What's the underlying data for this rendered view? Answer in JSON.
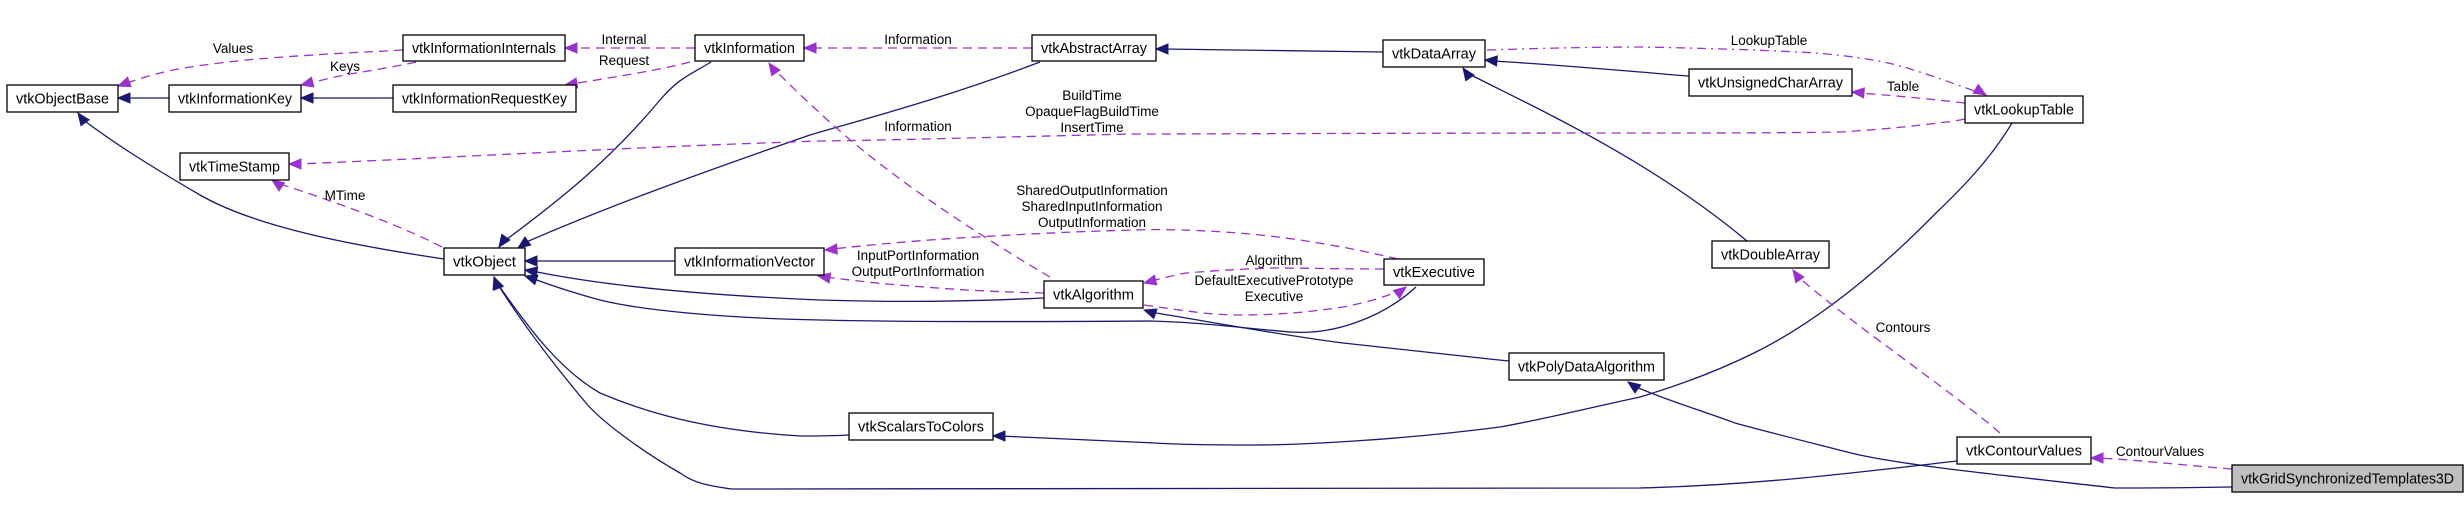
{
  "diagram": {
    "title": "vtkGridSynchronizedTemplates3D collaboration diagram",
    "colors": {
      "inheritance": "#191970",
      "usage": "#9a32cd",
      "focus_fill": "#bfbfbf"
    },
    "nodes": {
      "objectbase": "vtkObjectBase",
      "infokey": "vtkInformationKey",
      "inforeqkey": "vtkInformationRequestKey",
      "infointernals": "vtkInformationInternals",
      "information": "vtkInformation",
      "timestamp": "vtkTimeStamp",
      "object": "vtkObject",
      "infovector": "vtkInformationVector",
      "abstractarray": "vtkAbstractArray",
      "dataarray": "vtkDataArray",
      "executive": "vtkExecutive",
      "algorithm": "vtkAlgorithm",
      "polydataalgorithm": "vtkPolyDataAlgorithm",
      "scalarstocolors": "vtkScalarsToColors",
      "unsignedchararray": "vtkUnsignedCharArray",
      "lookuptable": "vtkLookupTable",
      "doublearray": "vtkDoubleArray",
      "contourvalues": "vtkContourValues",
      "gridsync": "vtkGridSynchronizedTemplates3D"
    },
    "edge_labels": {
      "values": [
        "Values"
      ],
      "keys": [
        "Keys"
      ],
      "internal": [
        "Internal"
      ],
      "request": [
        "Request"
      ],
      "information_abstract": [
        "Information"
      ],
      "information_algorithm": [
        "Information"
      ],
      "times": [
        "BuildTime",
        "OpaqueFlagBuildTime",
        "InsertTime"
      ],
      "mtime": [
        "MTime"
      ],
      "shared": [
        "SharedOutputInformation",
        "SharedInputInformation",
        "OutputInformation"
      ],
      "portinfo": [
        "InputPortInformation",
        "OutputPortInformation"
      ],
      "algorithm": [
        "Algorithm"
      ],
      "executive": [
        "DefaultExecutivePrototype",
        "Executive"
      ],
      "lookuptable": [
        "LookupTable"
      ],
      "table": [
        "Table"
      ],
      "contours": [
        "Contours"
      ],
      "contourvalues": [
        "ContourValues"
      ]
    }
  }
}
